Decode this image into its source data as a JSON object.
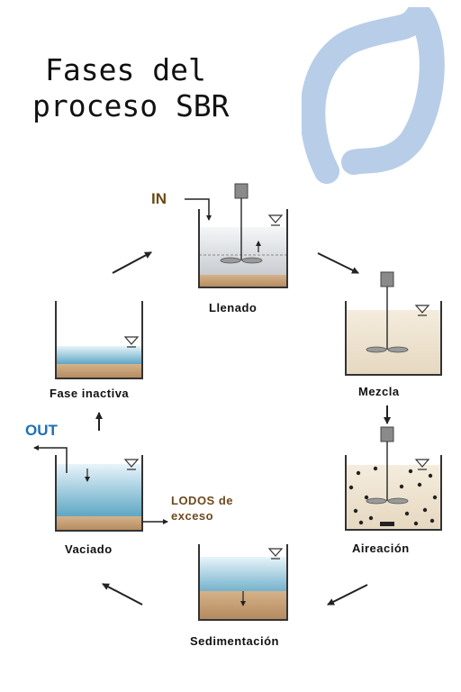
{
  "title": {
    "line1": "Fases del",
    "line2": "proceso SBR"
  },
  "phases": {
    "llenado": "Llenado",
    "mezcla": "Mezcla",
    "aireacion": "Aireación",
    "sedimentacion": "Sedimentación",
    "vaciado": "Vaciado",
    "inactiva": "Fase inactiva"
  },
  "flow": {
    "in": "IN",
    "out": "OUT"
  },
  "sludge": {
    "line1": "LODOS de",
    "line2": "exceso"
  },
  "colors": {
    "in_label": "#6b4a12",
    "out_label": "#1e6fb5",
    "sludge_label": "#6b4a1e",
    "water_top": "#e8f4fa",
    "water_bottom": "#5ea7c4",
    "sediment": "#c9a37a",
    "mixed_liquor": "#efe5d4",
    "logo": "#b8cde8"
  },
  "icons": [
    "water-level-icon",
    "mixer-icon",
    "arrow-icon",
    "air-diffuser-icon"
  ]
}
